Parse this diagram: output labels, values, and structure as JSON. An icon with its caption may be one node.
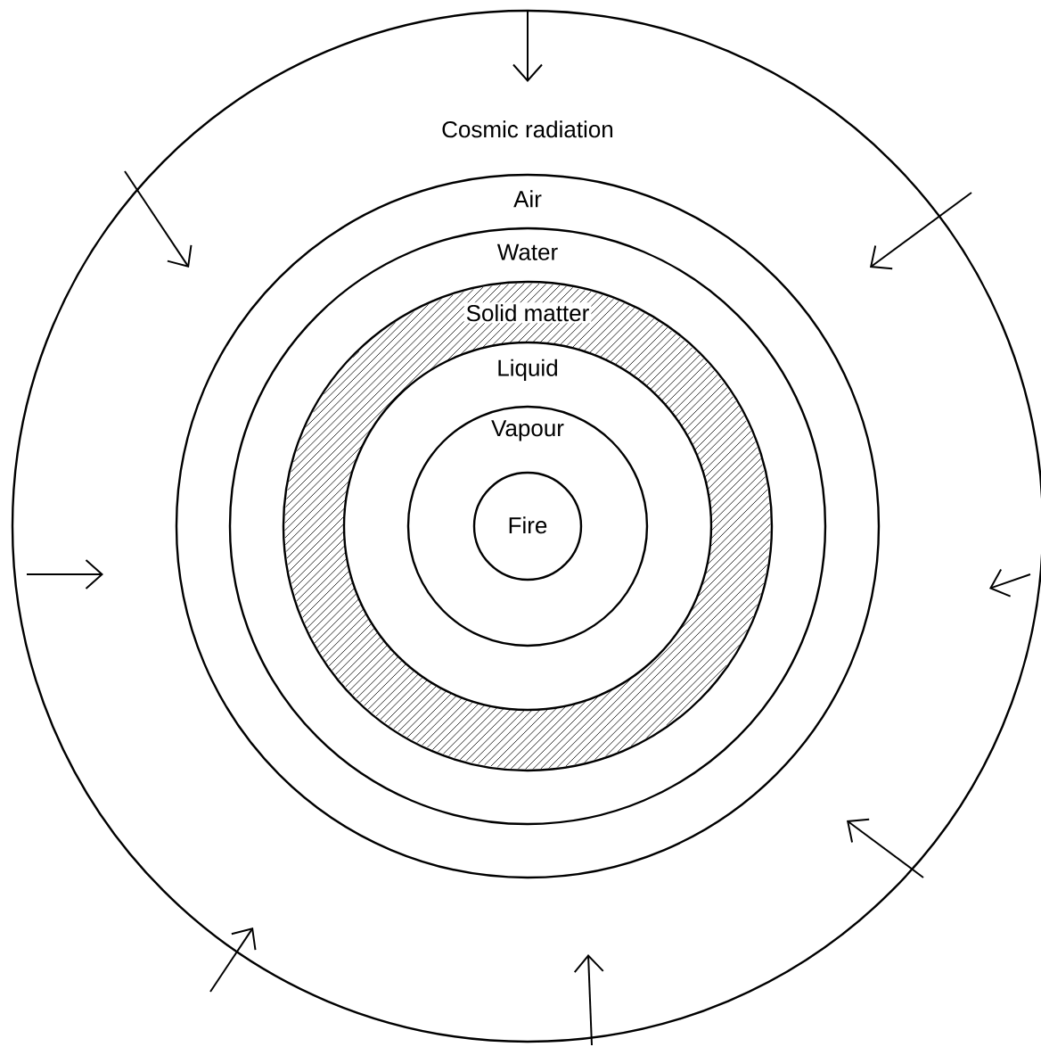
{
  "diagram": {
    "nodes": [
      {
        "text": [
          "Cosmic radiation"
        ]
      },
      {
        "text": [
          "Air"
        ],
        "in": 0
      },
      {
        "text": [
          "Water"
        ],
        "in": 1
      },
      {
        "text": [
          "Solid matter"
        ],
        "in": 2
      },
      {
        "text": [
          "Liquid"
        ],
        "in": 3
      },
      {
        "text": [
          "Vapour"
        ],
        "in": 4
      },
      {
        "text": [
          "Fire"
        ],
        "in": 5
      }
    ]
  }
}
